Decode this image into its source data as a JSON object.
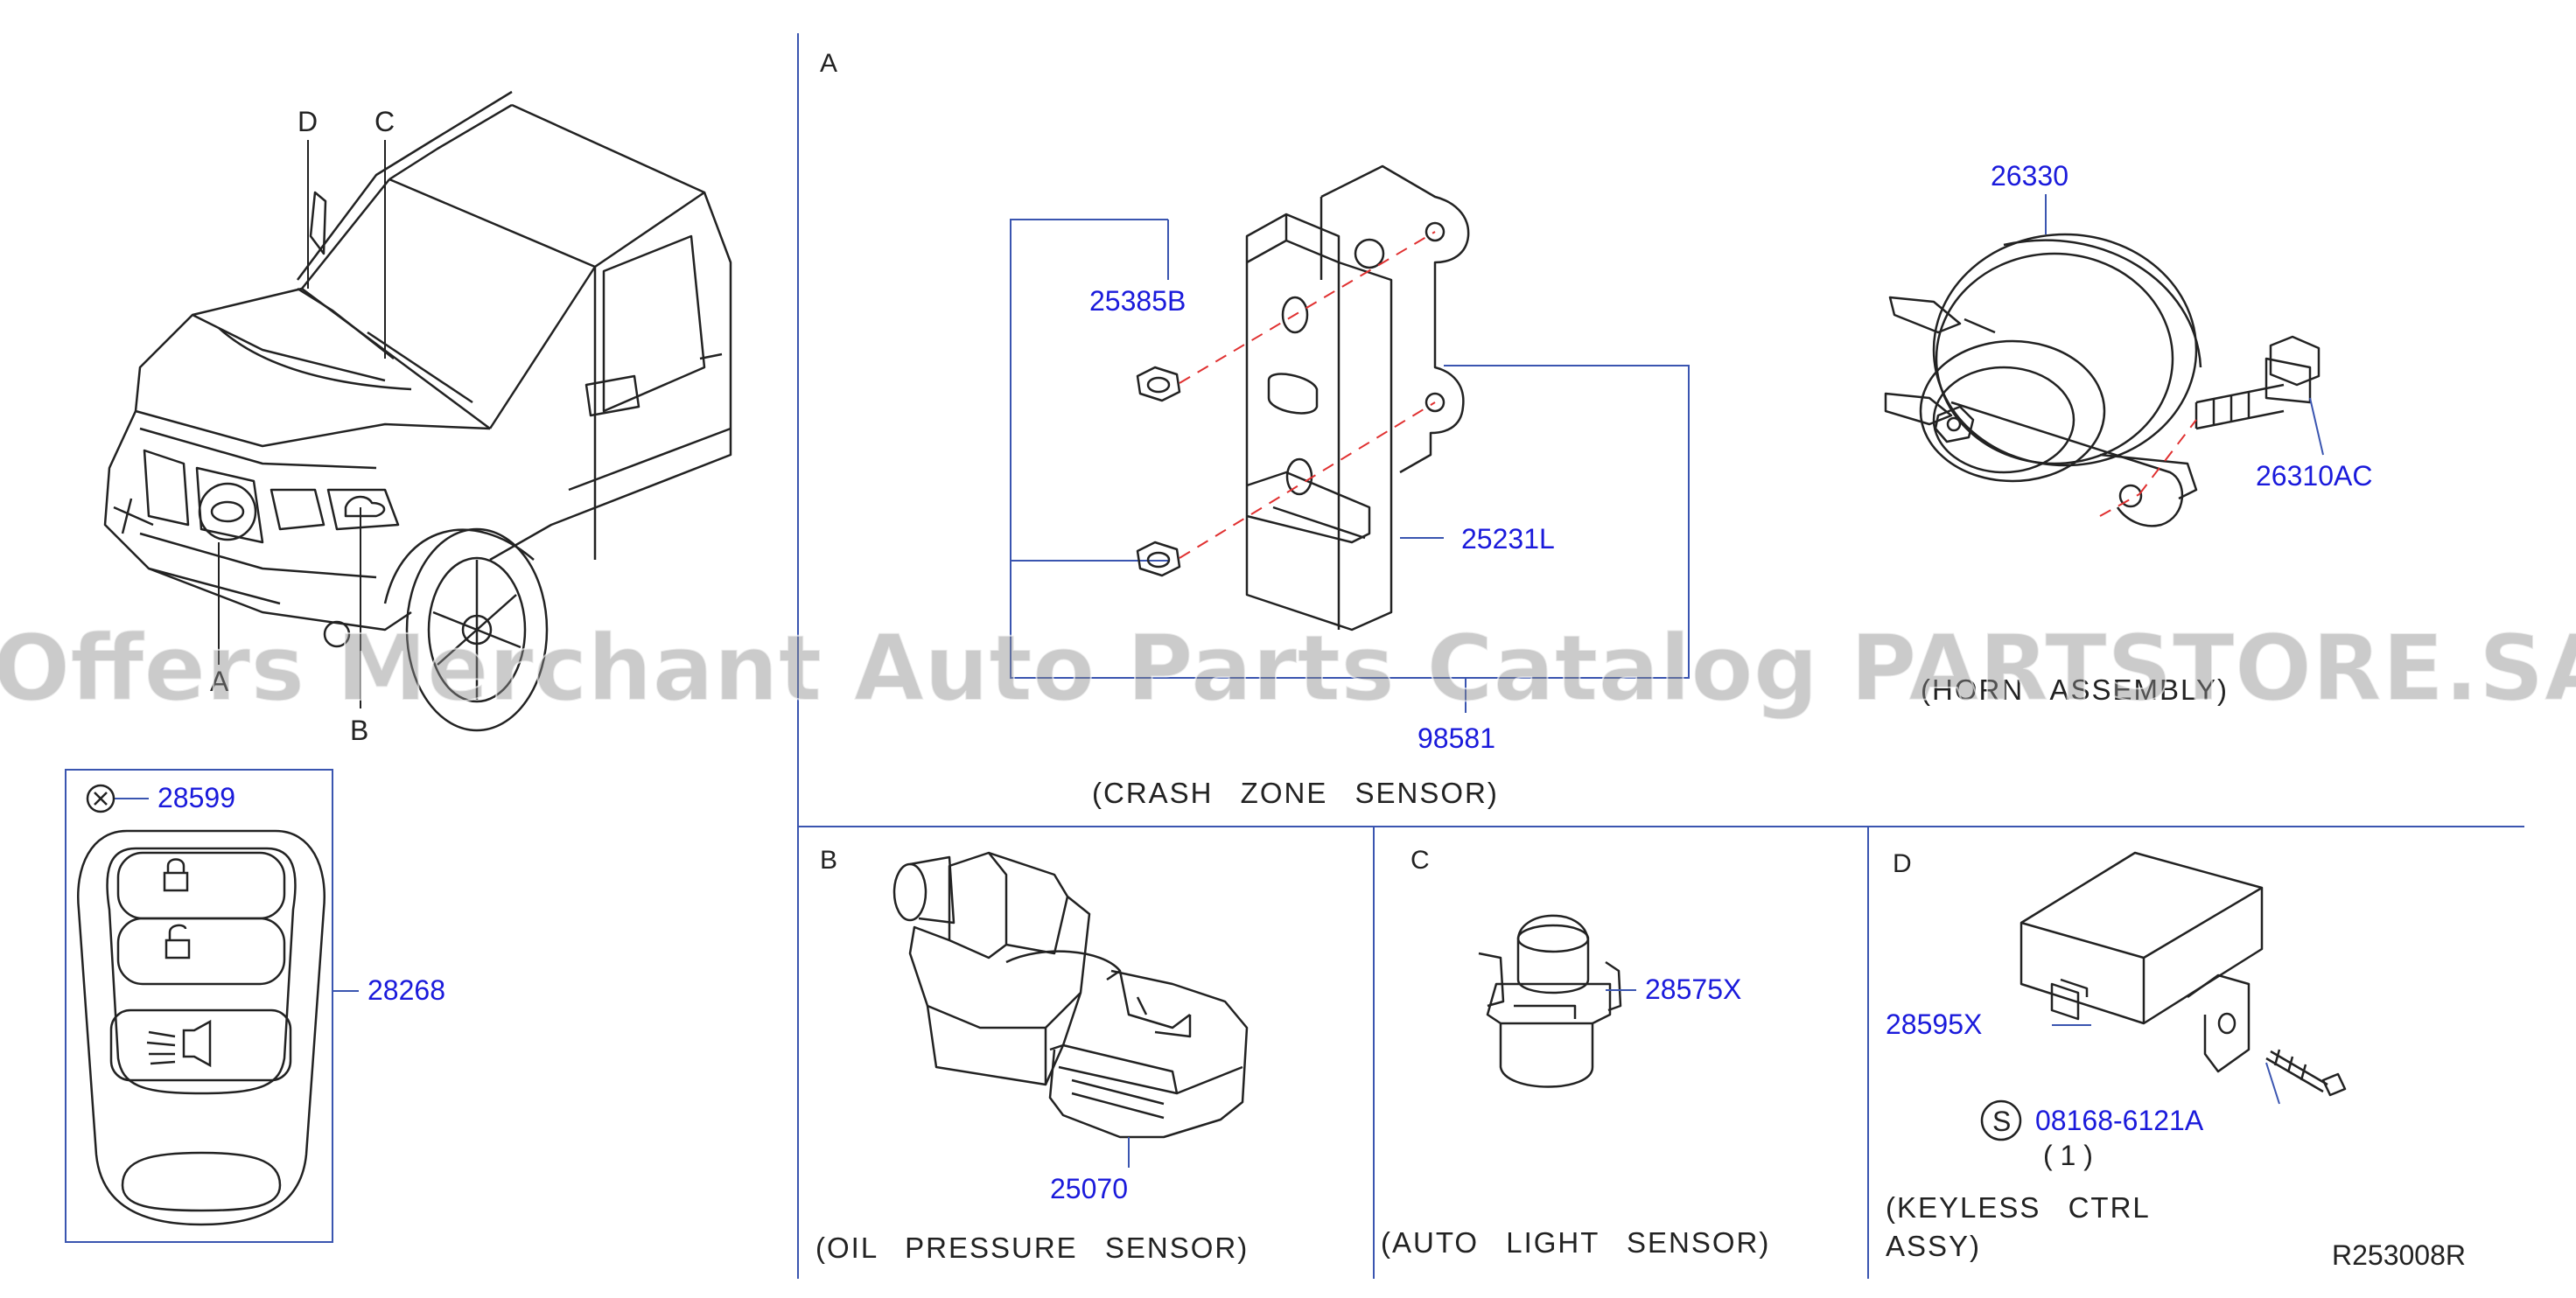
{
  "sections": {
    "A": "A",
    "B": "B",
    "C": "C",
    "D": "D"
  },
  "car_callouts": {
    "A": "A",
    "B": "B",
    "C": "C",
    "D": "D"
  },
  "parts": {
    "p28599": "28599",
    "p28268": "28268",
    "p25385B": "25385B",
    "p25231L": "25231L",
    "p98581": "98581",
    "p26330": "26330",
    "p26310AC": "26310AC",
    "p25070": "25070",
    "p28575X": "28575X",
    "p28595X": "28595X",
    "p08168": "08168-6121A",
    "qty": "( 1 )",
    "s_mark": "S"
  },
  "captions": {
    "crash": "(CRASH ZONE SENSOR)",
    "horn": "(HORN ASSEMBLY)",
    "oil": "(OIL PRESSURE SENSOR)",
    "auto": "(AUTO LIGHT SENSOR)",
    "keyless1": "(KEYLESS CTRL",
    "keyless2": "ASSY)"
  },
  "diagram_id": "R253008R",
  "watermark": "Offers Merchant Auto Parts Catalog PARTSTORE.SA",
  "colors": {
    "part_number": "#1a1adb",
    "line": "#222222",
    "frame": "#3a55b0",
    "dashed": "#e03030"
  }
}
